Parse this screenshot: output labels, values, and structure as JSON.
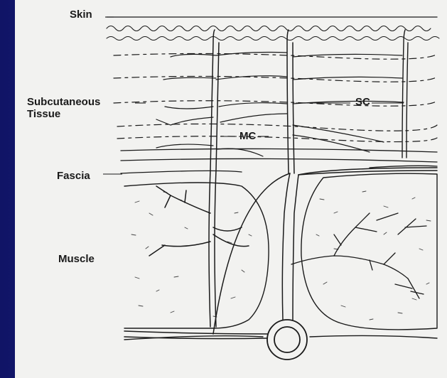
{
  "labels": {
    "skin": "Skin",
    "subcutaneous_line1": "Subcutaneous",
    "subcutaneous_line2": "Tissue",
    "fascia": "Fascia",
    "muscle": "Muscle",
    "sc": "SC",
    "mc": "MC"
  },
  "colors": {
    "background": "#1c2180",
    "figure": "#f2f2f0",
    "ink": "#1a1a1a"
  }
}
